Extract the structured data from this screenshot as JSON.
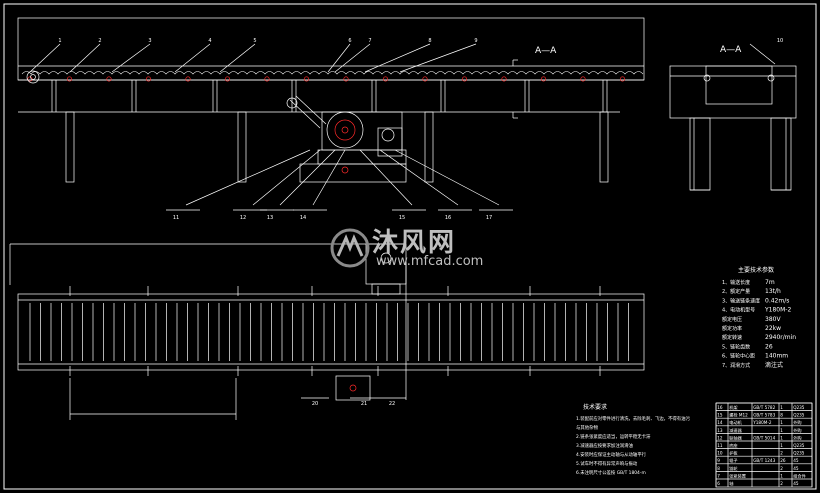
{
  "section_labels": {
    "main": "A—A",
    "side": "A—A"
  },
  "callouts": {
    "top": [
      "1",
      "2",
      "3",
      "4",
      "5",
      "6",
      "7",
      "8",
      "9"
    ],
    "bottom": [
      "11",
      "12",
      "13",
      "14",
      "15",
      "16",
      "17"
    ],
    "side": "10",
    "plan": [
      "20",
      "21",
      "22"
    ]
  },
  "watermark": {
    "title": "沐风网",
    "url": "www.mfcad.com"
  },
  "specs": {
    "title": "主要技术参数",
    "rows": [
      {
        "k": "1、输送长度",
        "v": "7m"
      },
      {
        "k": "2、额定产量",
        "v": "13t/h"
      },
      {
        "k": "3、输送链条速度",
        "v": "0.42m/s"
      },
      {
        "k": "4、电动机型号",
        "v": "Y180M-2"
      },
      {
        "k": "额定电压",
        "v": "380V"
      },
      {
        "k": "额定功率",
        "v": "22kw"
      },
      {
        "k": "额定转速",
        "v": "2940r/min"
      },
      {
        "k": "5、链轮齿数",
        "v": "26"
      },
      {
        "k": "6、链轮中心距",
        "v": "140mm"
      },
      {
        "k": "7、润滑方式",
        "v": "滴注式"
      }
    ]
  },
  "notes": {
    "title": "技术要求",
    "lines": [
      "1.装配前应对零件进行清洗，去除毛刺、飞边，不得有油污",
      "与其他杂物",
      "2.链条张紧度应适当，运转平稳无卡滞",
      "3.减速器应按要求加注润滑油",
      "4.安装时应保证主动轴与从动轴平行",
      "5.试车时不得有异常声响与振动",
      "6.未注明尺寸公差按 GB/T 1804-m"
    ]
  },
  "title_block": {
    "rows": [
      [
        "16",
        "机架",
        "GB/T 5782",
        "1",
        "Q235"
      ],
      [
        "15",
        "螺栓 M12",
        "GB/T 5783",
        "8",
        "Q235"
      ],
      [
        "14",
        "电动机",
        "Y180M-2",
        "1",
        "外购"
      ],
      [
        "13",
        "减速器",
        "",
        "1",
        "外购"
      ],
      [
        "12",
        "联轴器",
        "GB/T 5014",
        "1",
        "外购"
      ],
      [
        "11",
        "底座",
        "",
        "1",
        "Q235"
      ],
      [
        "10",
        "护板",
        "",
        "2",
        "Q235"
      ],
      [
        "9",
        "辊子",
        "GB/T 1243",
        "26",
        "45"
      ],
      [
        "8",
        "链轮",
        "",
        "2",
        "45"
      ],
      [
        "7",
        "张紧装置",
        "",
        "1",
        "组合件"
      ],
      [
        "6",
        "轴",
        "",
        "2",
        "45"
      ]
    ]
  }
}
